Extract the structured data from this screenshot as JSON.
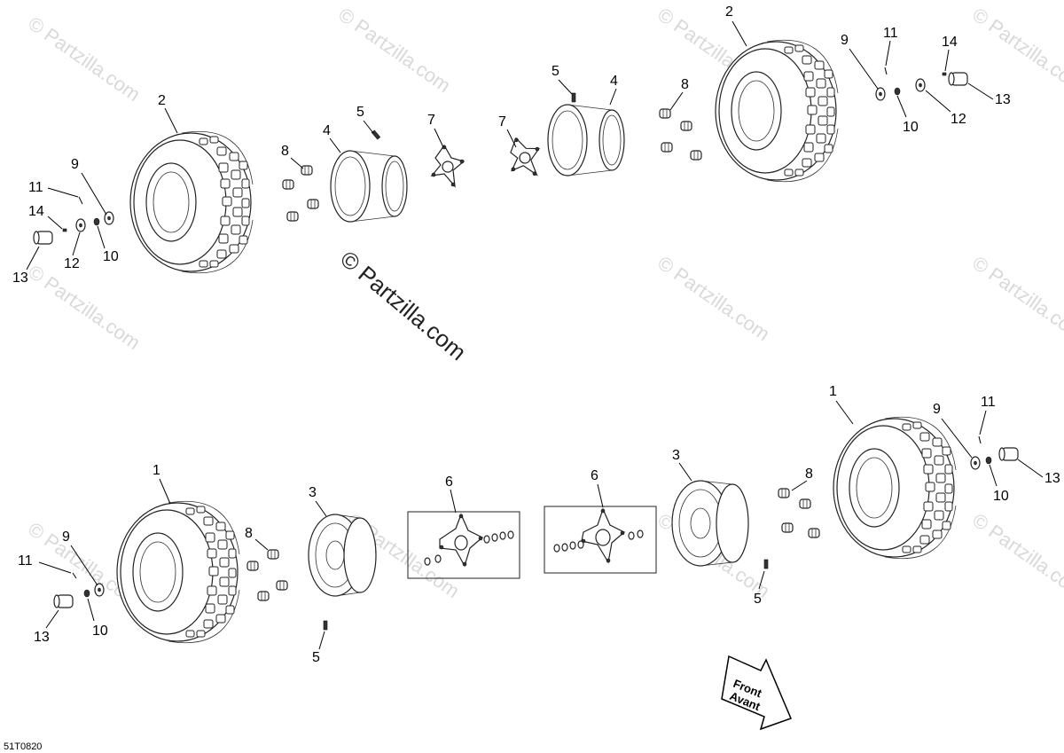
{
  "drawing_code": "51T0820",
  "watermark_main": "© Partzilla.com",
  "watermark_faint": "© Partzilla.com",
  "front_arrow": {
    "line1": "Front",
    "line2": "Avant"
  },
  "callouts": {
    "top_left_tire": "2",
    "top_left_9": "9",
    "top_left_11": "11",
    "top_left_14": "14",
    "top_left_12": "12",
    "top_left_10": "10",
    "top_left_13": "13",
    "top_left_8": "8",
    "top_left_4": "4",
    "top_left_5": "5",
    "top_left_7": "7",
    "top_right_7": "7",
    "top_right_5": "5",
    "top_right_4": "4",
    "top_right_8": "8",
    "top_right_tire": "2",
    "top_right_9": "9",
    "top_right_11": "11",
    "top_right_14": "14",
    "top_right_10": "10",
    "top_right_12": "12",
    "top_right_13": "13",
    "bot_left_tire": "1",
    "bot_left_9": "9",
    "bot_left_11": "11",
    "bot_left_13": "13",
    "bot_left_10": "10",
    "bot_left_8": "8",
    "bot_left_3": "3",
    "bot_left_5": "5",
    "bot_left_6": "6",
    "bot_right_6": "6",
    "bot_right_3": "3",
    "bot_right_5": "5",
    "bot_right_8": "8",
    "bot_right_tire": "1",
    "bot_right_9": "9",
    "bot_right_11": "11",
    "bot_right_13": "13",
    "bot_right_10": "10"
  }
}
